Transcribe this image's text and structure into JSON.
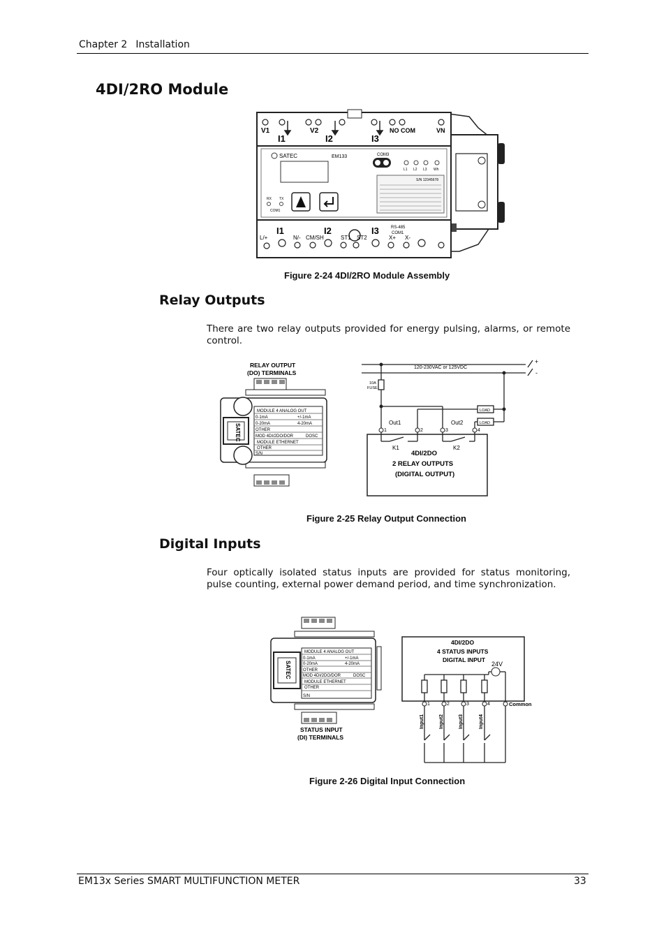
{
  "header": {
    "chapter": "Chapter 2",
    "section": "Installation"
  },
  "title": "4DI/2RO Module",
  "figures": {
    "fig24": {
      "caption": "Figure 2-24  4DI/2RO Module Assembly",
      "top_terminals": [
        "V1",
        "V2",
        "NO",
        "COM",
        "VN"
      ],
      "top_currents": [
        "I1",
        "I2",
        "I3"
      ],
      "brand": "SATEC",
      "model": "EM133",
      "com_label": "COM3",
      "leds": [
        "L1",
        "L2",
        "L3",
        "Wh"
      ],
      "serial": "S/N 12345678",
      "bottom_currents": [
        "I1",
        "I2",
        "I3"
      ],
      "bottom_terminals": [
        "L/+",
        "N/-",
        "CM/SH",
        "ST1",
        "ST2",
        "X+",
        "X-"
      ],
      "rs485_label": "RS-485",
      "com1_label": "COM1",
      "rx_label": "RX",
      "tx_label": "TX"
    },
    "fig25": {
      "caption": "Figure 2-25  Relay Output Connection",
      "terminal_label_1": "RELAY OUTPUT",
      "terminal_label_2": "(DO) TERMINALS",
      "supply_label": "120-230VAC or 125VDC",
      "fuse_label_1": "10A",
      "fuse_label_2": "FUSE",
      "load_label": "LOAD",
      "out1": "Out1",
      "out2": "Out2",
      "k1": "K1",
      "k2": "K2",
      "module_label": "4DI/2DO",
      "box_line1": "2 RELAY OUTPUTS",
      "box_line2": "(DIGITAL OUTPUT)",
      "plus": "+",
      "minus": "-"
    },
    "fig26": {
      "caption": "Figure 2-26 Digital Input Connection",
      "module_label": "4DI/2DO",
      "box_line1": "4 STATUS INPUTS",
      "box_line2": "DIGITAL INPUT",
      "voltage": "24V",
      "common": "Common",
      "inputs": [
        "Input1",
        "Input2",
        "Input3",
        "Input4"
      ],
      "terminal_label_1": "STATUS INPUT",
      "terminal_label_2": "(DI) TERMINALS"
    }
  },
  "module_label_panel": {
    "rows": [
      "MODULE 4 ANALOG OUT",
      "0-1mA",
      "+/-1mA",
      "0-20mA",
      "4-20mA",
      "OTHER",
      "MOD 4DI/2DO/DOR",
      "DOSC",
      "MODULE ETHERNET",
      "OTHER",
      "S/N"
    ],
    "brand": "SATEC"
  },
  "sections": {
    "relay": {
      "heading": "Relay Outputs",
      "text": "There are two relay outputs provided for energy pulsing, alarms, or remote control."
    },
    "digital": {
      "heading": "Digital Inputs",
      "text": "Four optically isolated status inputs are provided for status monitoring, pulse counting, external power demand period, and time synchronization."
    }
  },
  "footer": {
    "title": "EM13x Series SMART MULTIFUNCTION METER",
    "page": "33"
  }
}
